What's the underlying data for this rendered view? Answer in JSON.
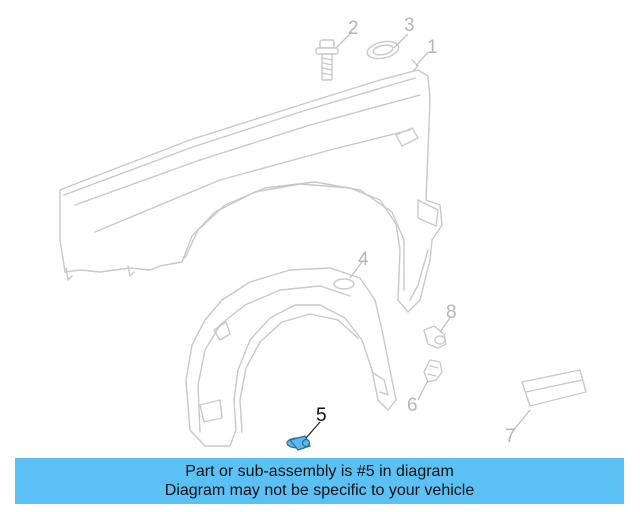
{
  "callouts": [
    {
      "id": "1",
      "label": "1",
      "highlighted": false
    },
    {
      "id": "2",
      "label": "2",
      "highlighted": false
    },
    {
      "id": "3",
      "label": "3",
      "highlighted": false
    },
    {
      "id": "4",
      "label": "4",
      "highlighted": false
    },
    {
      "id": "5",
      "label": "5",
      "highlighted": true
    },
    {
      "id": "6",
      "label": "6",
      "highlighted": false
    },
    {
      "id": "7",
      "label": "7",
      "highlighted": false
    },
    {
      "id": "8",
      "label": "8",
      "highlighted": false
    }
  ],
  "banner": {
    "line1": "Part or sub-assembly is #5 in diagram",
    "line2": "Diagram may not be specific to your vehicle"
  },
  "colors": {
    "banner_background": "#5bc0f4",
    "highlight_part": "#5fb6e8",
    "outline": "#c9c9c9"
  }
}
